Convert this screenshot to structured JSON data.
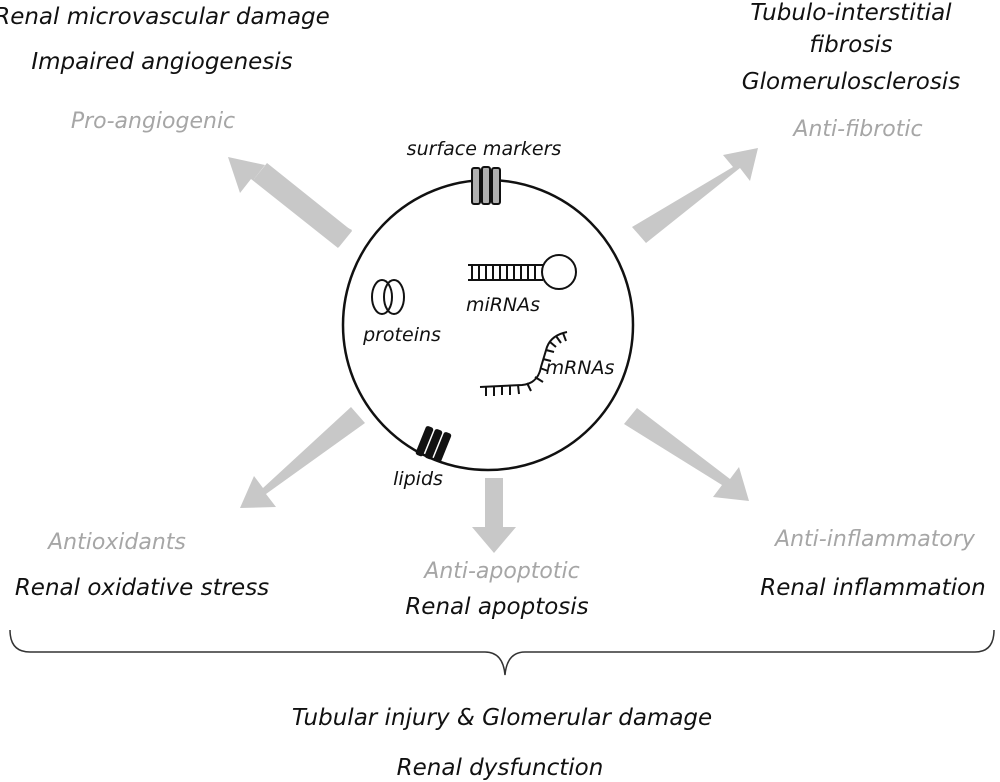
{
  "effects": {
    "angiogenesis": {
      "conditions": [
        "Renal microvascular damage",
        "Impaired angiogenesis"
      ],
      "effect": "Pro-angiogenic"
    },
    "fibrosis": {
      "conditions": [
        "Tubulo-interstitial",
        "fibrosis",
        "Glomerulosclerosis"
      ],
      "effect": "Anti-fibrotic"
    },
    "oxidative": {
      "effect": "Antioxidants",
      "condition": "Renal oxidative stress"
    },
    "apoptosis": {
      "effect": "Anti-apoptotic",
      "condition": "Renal apoptosis"
    },
    "inflammation": {
      "effect": "Anti-inflammatory",
      "condition": "Renal inflammation"
    }
  },
  "vesicle": {
    "surface_markers": "surface markers",
    "proteins": "proteins",
    "mirnas": "miRNAs",
    "mrnas": "mRNAs",
    "lipids": "lipids"
  },
  "outcomes": {
    "injury": "Tubular injury & Glomerular damage",
    "dysfunction": "Renal dysfunction"
  },
  "colors": {
    "arrow": "#c8c8c8",
    "effect_text": "#a6a6a6",
    "condition_text": "#111111",
    "surface_marker_fill": "#b0b0b0",
    "lipid_fill": "#111111"
  }
}
